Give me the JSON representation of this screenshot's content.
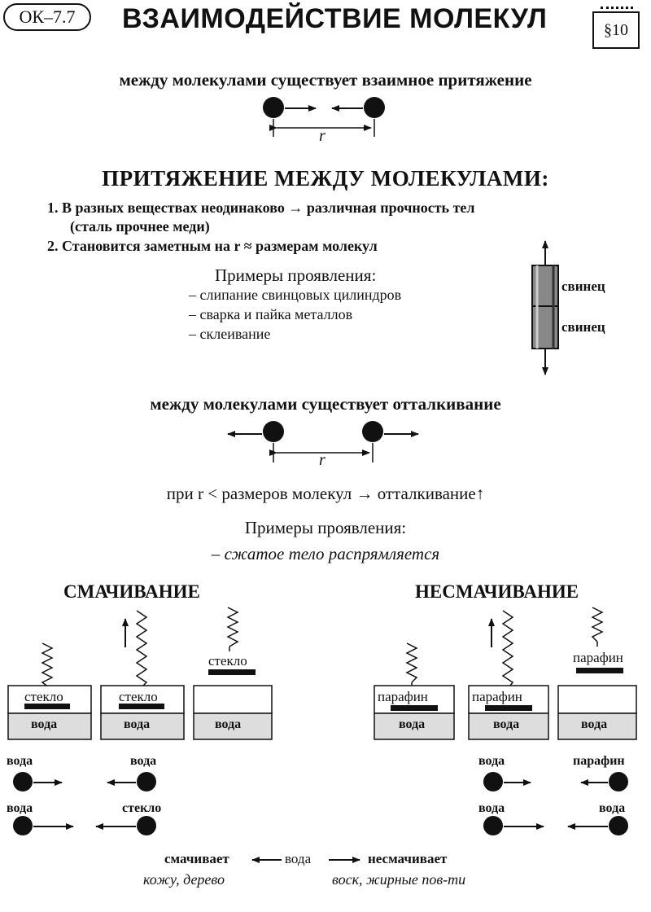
{
  "header": {
    "code": "ОК–7.7",
    "title": "ВЗАИМОДЕЙСТВИЕ МОЛЕКУЛ",
    "section": "§10"
  },
  "attraction": {
    "heading": "между молекулами существует взаимное притяжение",
    "distance_label": "r"
  },
  "attraction_section": {
    "title": "ПРИТЯЖЕНИЕ МЕЖДУ МОЛЕКУЛАМИ:",
    "item1_line1": "1. В разных веществах неодинаково → различная прочность тел",
    "item1_line2": "(сталь прочнее меди)",
    "item2": "2. Становится заметным  на r ≈ размерам  молекул",
    "examples_title": "Примеры проявления:",
    "examples": [
      "– слипание свинцовых цилиндров",
      "– сварка и пайка металлов",
      "– склеивание"
    ],
    "cylinder_top_label": "свинец",
    "cylinder_bottom_label": "свинец"
  },
  "repulsion": {
    "heading": "между молекулами существует отталкивание",
    "distance_label": "r",
    "rule": "при r < размеров молекул → отталкивание↑",
    "examples_title": "Примеры проявления:",
    "example": "– сжатое тело распрямляется"
  },
  "wetting": {
    "title": "СМАЧИВАНИЕ",
    "plate_label": "стекло",
    "liquid_label": "вода",
    "mol_row1_left": "вода",
    "mol_row1_right": "вода",
    "mol_row2_left": "вода",
    "mol_row2_right": "стекло"
  },
  "nonwetting": {
    "title": "НЕСМАЧИВАНИЕ",
    "plate_label": "парафин",
    "liquid_label": "вода",
    "mol_row1_left": "вода",
    "mol_row1_right": "парафин",
    "mol_row2_left": "вода",
    "mol_row2_right": "вода"
  },
  "summary": {
    "left": "смачивает",
    "center": "вода",
    "right": "несмачивает",
    "left_examples": "кожу, дерево",
    "right_examples": "воск, жирные пов-ти"
  }
}
